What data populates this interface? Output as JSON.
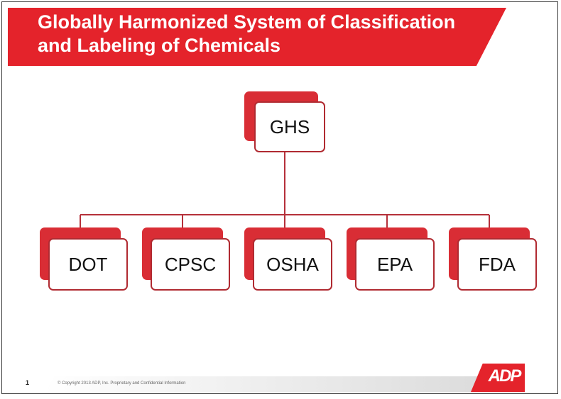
{
  "slide": {
    "title_line1": "Globally Harmonized System of Classification",
    "title_line2": "and Labeling of Chemicals"
  },
  "diagram": {
    "root": "GHS",
    "children": [
      "DOT",
      "CPSC",
      "OSHA",
      "EPA",
      "FDA"
    ]
  },
  "footer": {
    "page_number": "1",
    "copyright": "© Copyright 2013 ADP, Inc. Proprietary and Confidential Information",
    "logo": "ADP"
  },
  "colors": {
    "accent": "#e4232b",
    "node_back": "#d92d35",
    "connector": "#b5303a"
  }
}
